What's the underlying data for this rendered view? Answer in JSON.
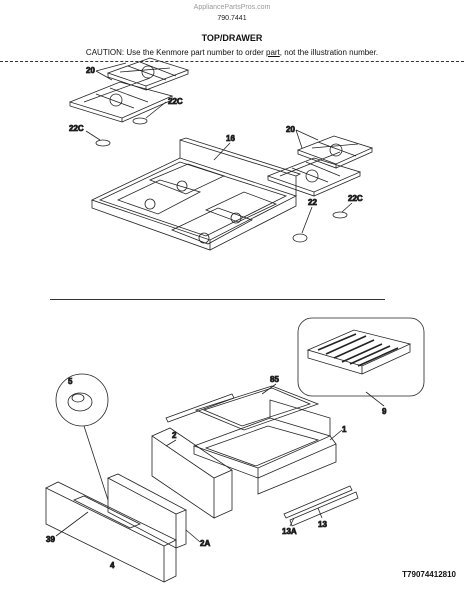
{
  "header": {
    "site": "AppliancePartsPros.com",
    "model": "790.7441",
    "title": "TOP/DRAWER",
    "caution_pre": "CAUTION: Use the Kenmore part number to order ",
    "caution_link": "part",
    "caution_post": ", not the illustration number."
  },
  "callouts": {
    "grates_left": "20",
    "grates_right": "20",
    "foot_22c_a": "22C",
    "foot_22c_b": "22C",
    "foot_22c_c": "22C",
    "cooktop": "16",
    "foot_22": "22",
    "knob": "5",
    "tray": "85",
    "broiler_pan": "9",
    "drawer_back": "2",
    "drawer_body": "1",
    "drawer_front_panel": "2A",
    "rail_left": "13A",
    "rail_right": "13",
    "handle": "39",
    "drawer_front": "4"
  },
  "footer": {
    "reference": "T79074412810"
  }
}
